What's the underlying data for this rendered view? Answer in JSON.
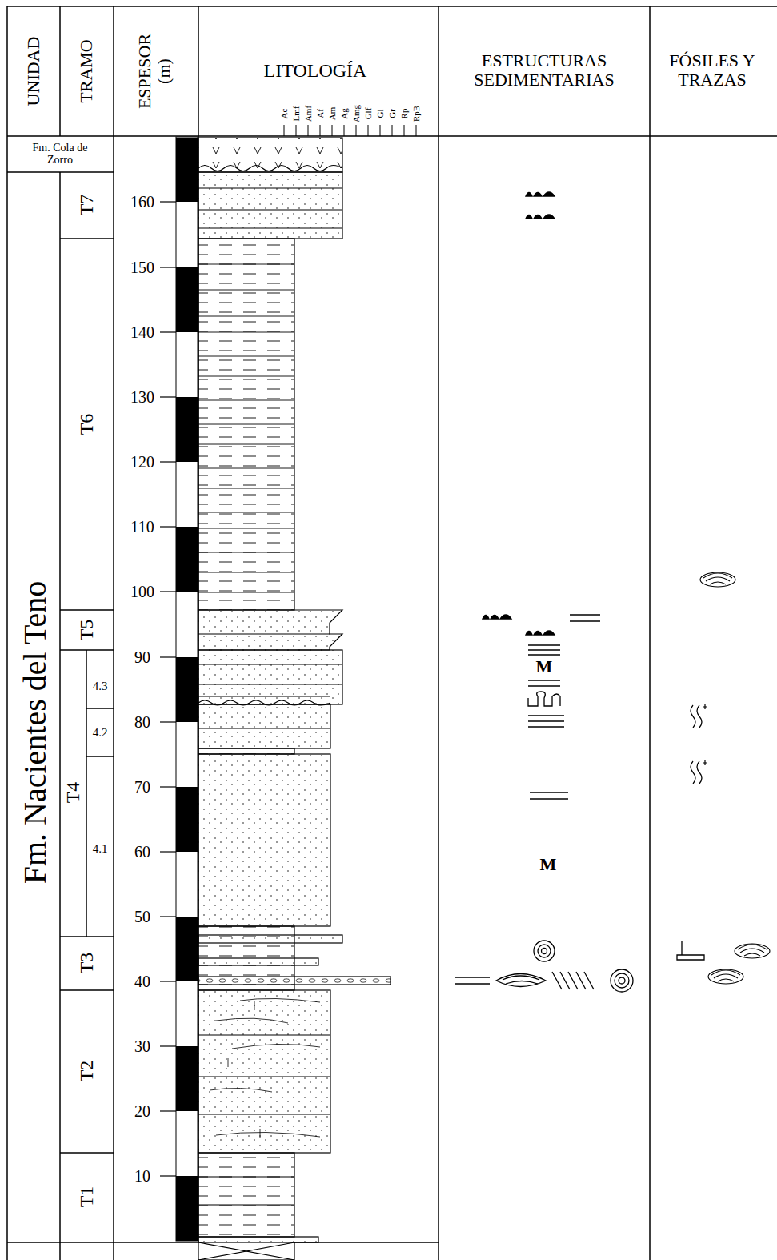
{
  "diagram": {
    "labels": [
      "UNIDAD",
      "TRAMO",
      "ESPESOR (m)",
      "LITOLOGÍA",
      "ESTRUCTURAS SEDIMENTARIAS",
      "FÓSILES Y TRAZAS",
      "Ac",
      "Lmf",
      "Amf",
      "Af",
      "Am",
      "Ag",
      "Amg",
      "Glf",
      "Gl",
      "Gr",
      "Rp",
      "RpB",
      "Fm. Cola de Zorro",
      "Fm. Nacientes del Teno",
      "T7",
      "T6",
      "T5",
      "T4",
      "T3",
      "T2",
      "T1",
      "4.3",
      "4.2",
      "4.1",
      "160",
      "150",
      "140",
      "130",
      "120",
      "110",
      "100",
      "90",
      "80",
      "70",
      "60",
      "50",
      "40",
      "30",
      "20",
      "10",
      "M",
      "M"
    ]
  }
}
